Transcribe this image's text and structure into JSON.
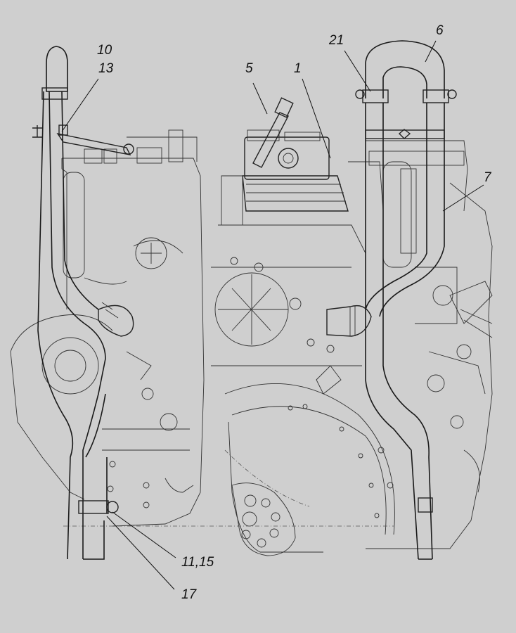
{
  "callouts": {
    "c10": "10",
    "c13": "13",
    "c5": "5",
    "c1": "1",
    "c21": "21",
    "c6": "6",
    "c7": "7",
    "c11_15": "11,15",
    "c17": "17"
  }
}
